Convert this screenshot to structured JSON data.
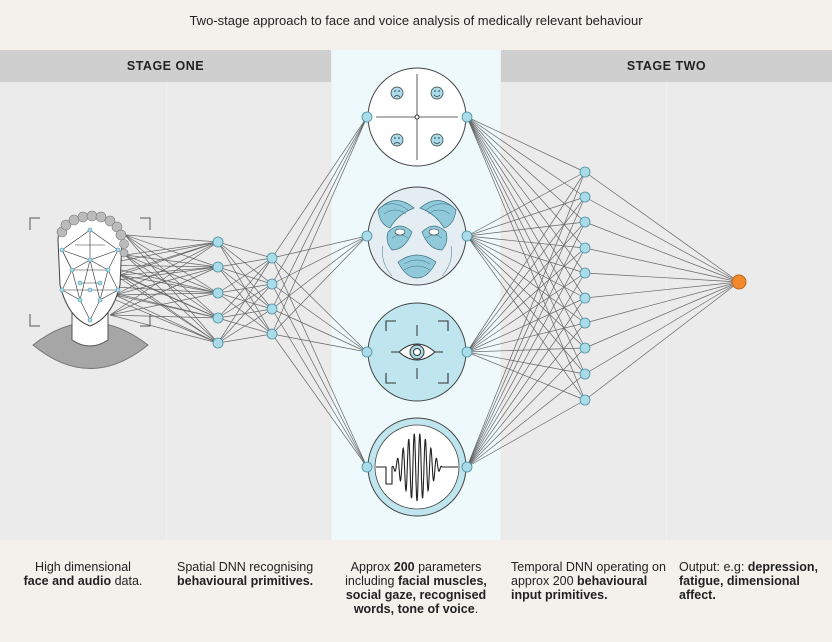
{
  "title": "Two-stage approach to face and voice analysis of medically relevant behaviour",
  "stages": {
    "one": "STAGE ONE",
    "two": "STAGE TWO"
  },
  "captions": {
    "col1": {
      "pre": "High dimensional ",
      "bold": "face and audio",
      "post": " data."
    },
    "col2": {
      "pre": "Spatial DNN recognising ",
      "bold": "behavioural primitives."
    },
    "col3": {
      "pre": "Approx ",
      "bold1": "200",
      "mid": " parameters including ",
      "bold2": "facial muscles, social gaze, recognised words, tone of voice",
      "post": "."
    },
    "col4": {
      "pre": "Temporal DNN operating on approx 200 ",
      "bold": "behavioural input primitives."
    },
    "col5": {
      "pre": "Output: e.g: ",
      "bold": "depression, fatigue, dimensional affect."
    }
  },
  "colors": {
    "node": "#a9dbe8",
    "node_stroke": "#4a8ea3",
    "output": "#f08a2c",
    "line": "#666666",
    "panel_fill": "#bfe5ee"
  },
  "icons": [
    "face-mesh-icon",
    "emotion-quadrant-icon",
    "facial-muscles-icon",
    "gaze-eye-icon",
    "voice-waveform-icon"
  ]
}
